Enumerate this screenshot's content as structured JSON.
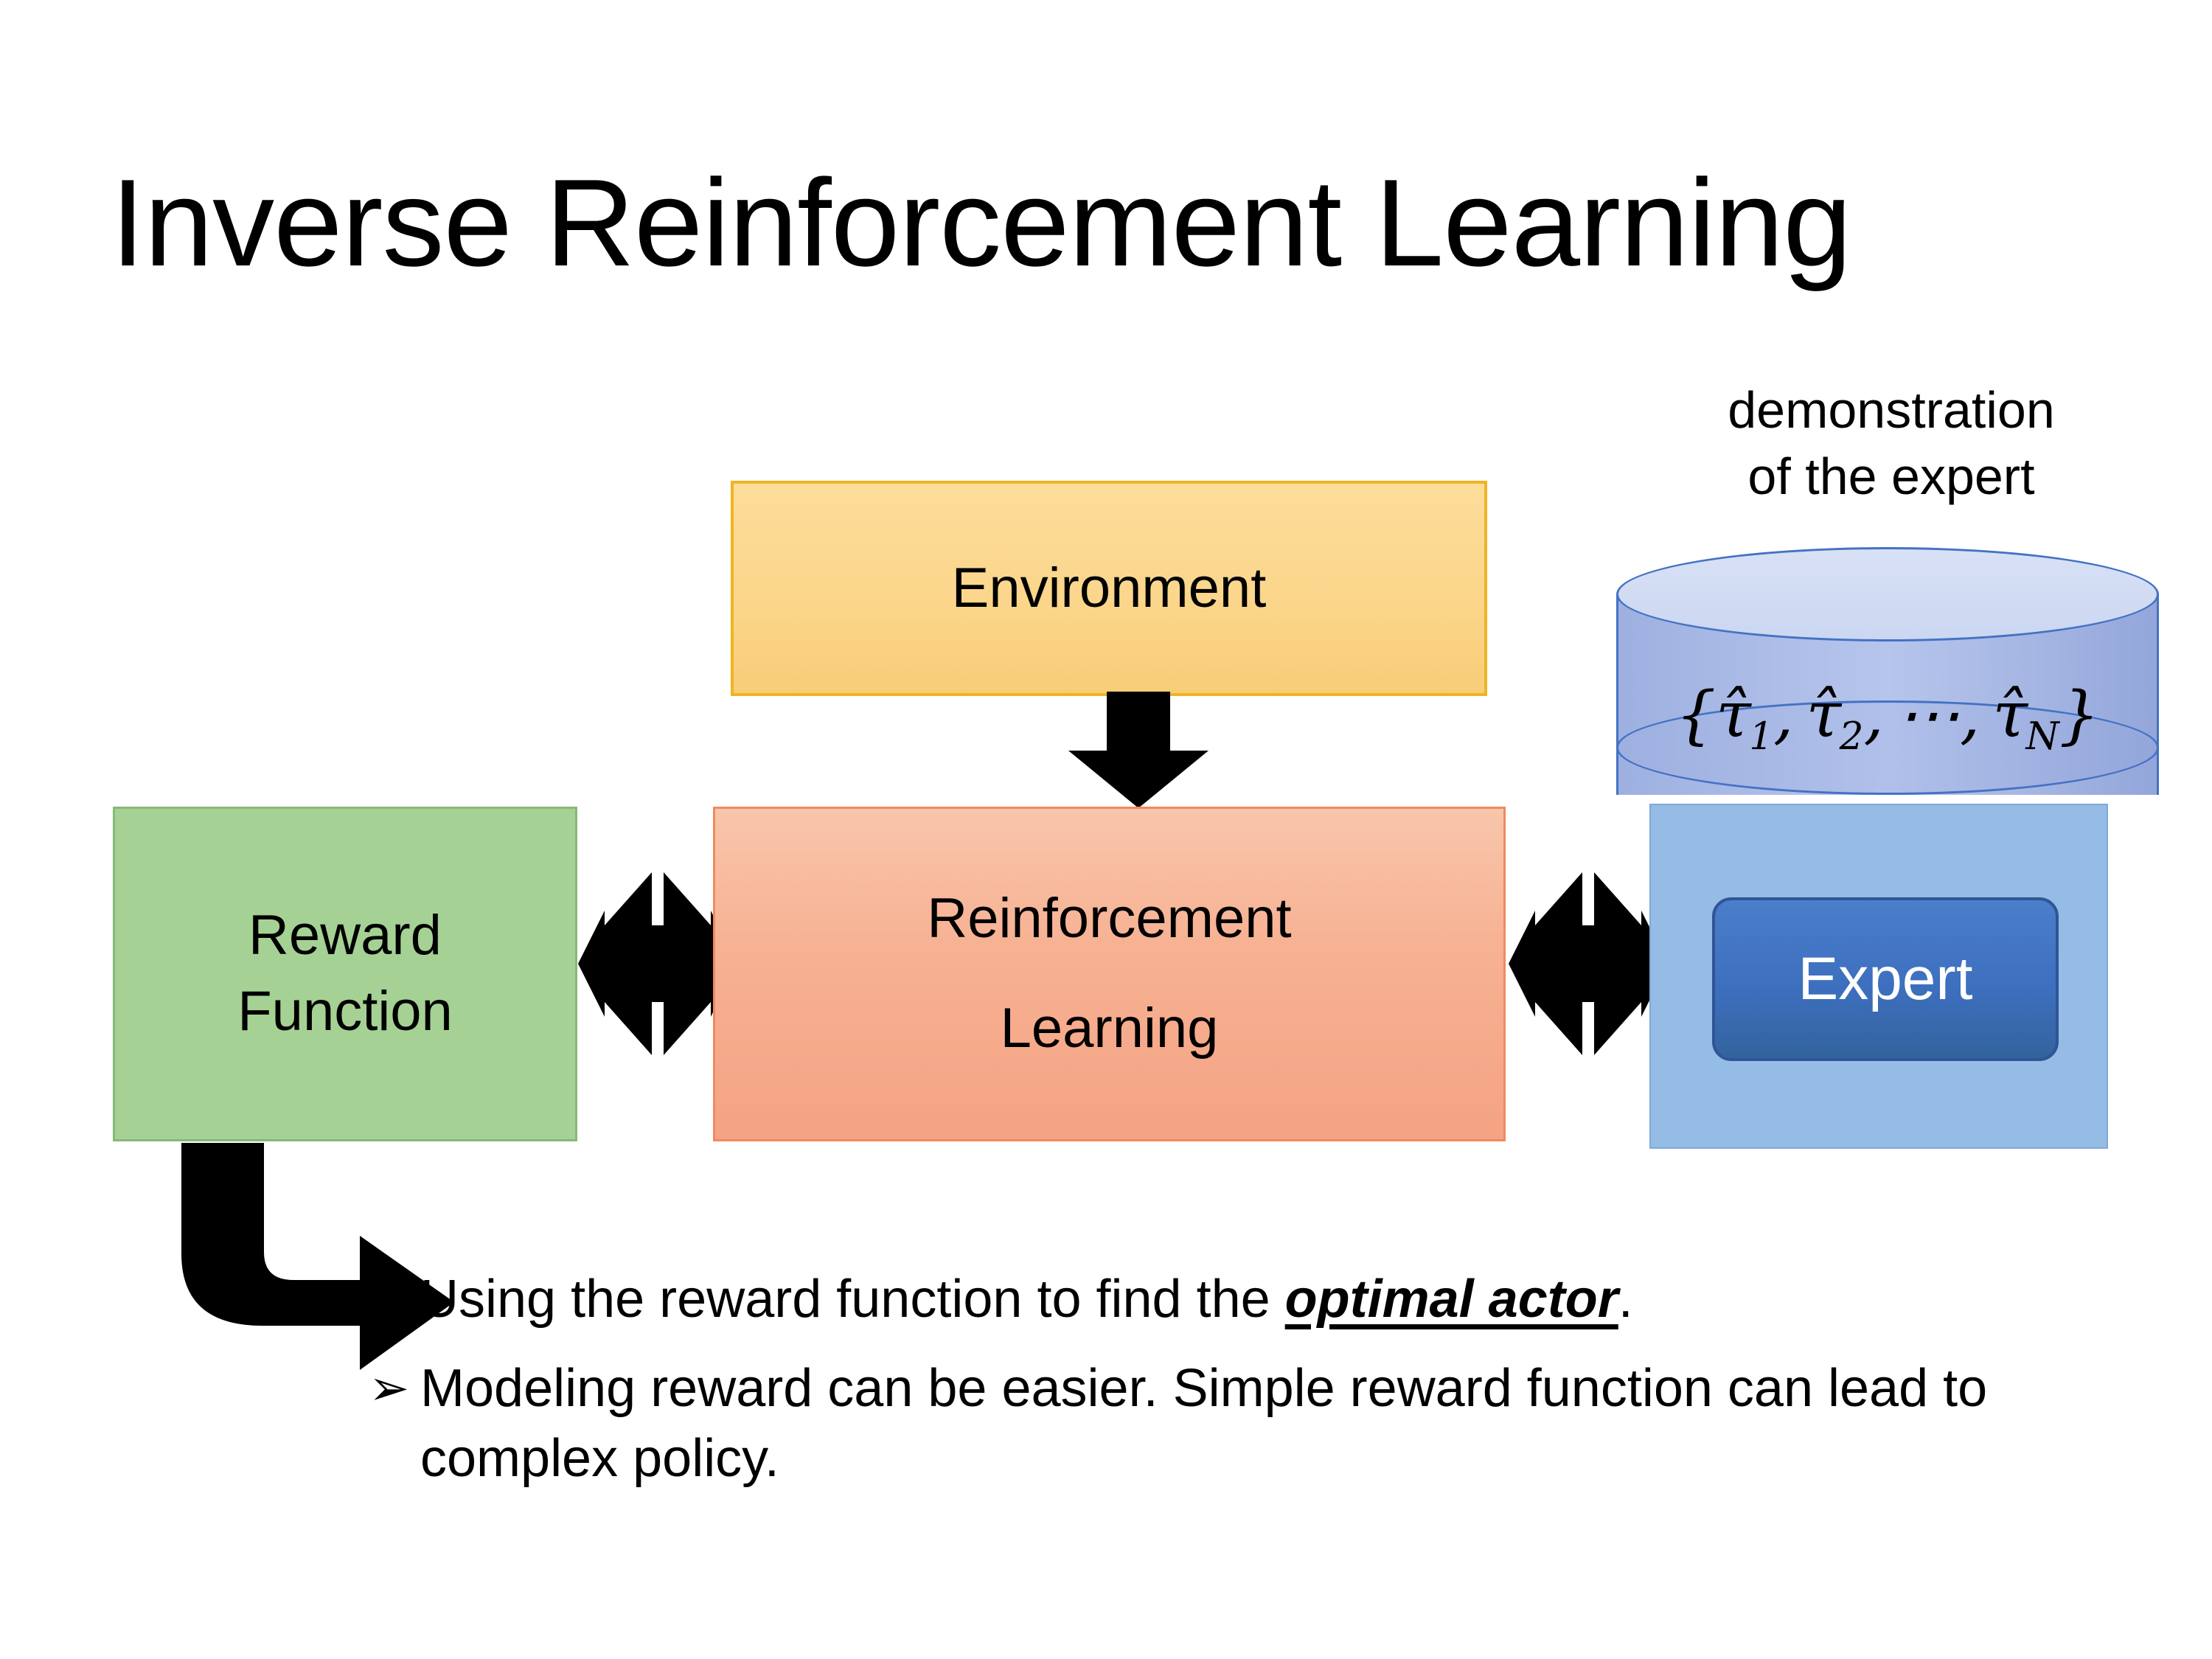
{
  "slide": {
    "title": "Inverse Reinforcement Learning",
    "background_color": "#FFFFFF"
  },
  "diagram": {
    "nodes": [
      {
        "name": "environment",
        "label": "Environment",
        "fill_color": "#FBD68B",
        "border_color": "#F0B323",
        "text_color": "#000000"
      },
      {
        "name": "reward-function",
        "label": "Reward\nFunction",
        "label_line1": "Reward",
        "label_line2": "Function",
        "fill_color": "#A5D294",
        "border_color": "#86B877",
        "text_color": "#000000"
      },
      {
        "name": "reinforcement-learning",
        "label": "Reinforcement Learning",
        "label_line1": "Reinforcement",
        "label_line2": "Learning",
        "fill_color": "#F7B294",
        "border_color": "#F08A5D",
        "text_color": "#000000"
      },
      {
        "name": "expert",
        "label": "Expert",
        "fill_color": "#3D6FBF",
        "border_color": "#2F5597",
        "text_color": "#FFFFFF"
      }
    ],
    "demonstration": {
      "caption_line1": "demonstration",
      "caption_line2": "of the expert",
      "cylinder_fill_color": "#A9BAE6",
      "cylinder_border_color": "#4472C4",
      "backing_fill_color": "#94BCE4",
      "trajectory_set": {
        "open_brace": "{",
        "close_brace": "}",
        "items": [
          {
            "symbol": "τ̂",
            "subscript": "1"
          },
          {
            "symbol": "τ̂",
            "subscript": "2"
          }
        ],
        "ellipsis": "⋯",
        "last_item": {
          "symbol": "τ̂",
          "subscript": "N"
        },
        "separator": ",",
        "plain_text": "{τ̂1, τ̂2, ⋯, τ̂N}"
      }
    },
    "connectors": [
      {
        "name": "environment-to-rl",
        "type": "down-block-arrow",
        "color": "#000000"
      },
      {
        "name": "reward-rl-bidirectional",
        "type": "four-way-arrow",
        "color": "#000000"
      },
      {
        "name": "rl-expert-bidirectional",
        "type": "four-way-arrow",
        "color": "#000000"
      },
      {
        "name": "reward-to-bullets",
        "type": "bent-arrow",
        "color": "#000000"
      }
    ]
  },
  "bullets": {
    "marker": "➢",
    "items": [
      {
        "prefix": "Using the reward function to find the ",
        "emphasis": "optimal actor",
        "suffix": "."
      },
      {
        "prefix": "Modeling reward can be easier. Simple reward function can lead to complex policy.",
        "emphasis": "",
        "suffix": ""
      }
    ]
  }
}
